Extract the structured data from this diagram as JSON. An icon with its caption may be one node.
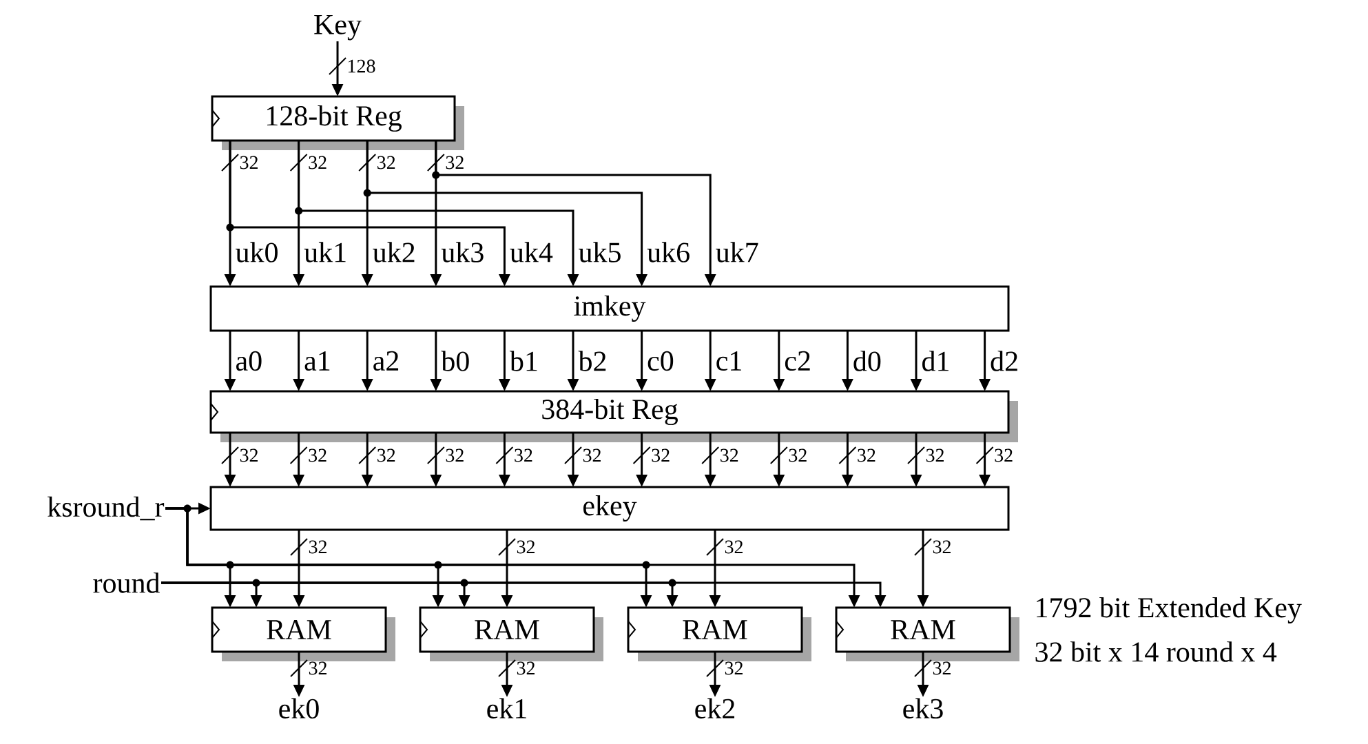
{
  "diagram": {
    "nodes": [
      {
        "text": [
          "Key"
        ]
      },
      {
        "text": [
          "128-bit Reg"
        ]
      },
      {
        "text": [
          "imkey"
        ]
      },
      {
        "text": [
          "384-bit Reg"
        ]
      },
      {
        "text": [
          "ekey"
        ]
      },
      {
        "text": [
          "ksround_r"
        ]
      },
      {
        "text": [
          "round"
        ]
      },
      {
        "text": [
          "RAM"
        ]
      },
      {
        "text": [
          "RAM"
        ]
      },
      {
        "text": [
          "RAM"
        ]
      },
      {
        "text": [
          "RAM"
        ]
      },
      {
        "text": [
          "ek0"
        ]
      },
      {
        "text": [
          "ek1"
        ]
      },
      {
        "text": [
          "ek2"
        ]
      },
      {
        "text": [
          "ek3"
        ]
      }
    ],
    "edges": [
      {
        "from": 0,
        "to": 1,
        "arrow": "to",
        "label": "128"
      },
      {
        "from": 1,
        "to": 2,
        "arrow": "to",
        "label": "uk0"
      },
      {
        "from": 1,
        "to": 2,
        "arrow": "to",
        "label": "uk1"
      },
      {
        "from": 1,
        "to": 2,
        "arrow": "to",
        "label": "uk2"
      },
      {
        "from": 1,
        "to": 2,
        "arrow": "to",
        "label": "uk3"
      },
      {
        "from": 1,
        "to": 2,
        "arrow": "to",
        "label": "uk4"
      },
      {
        "from": 1,
        "to": 2,
        "arrow": "to",
        "label": "uk5"
      },
      {
        "from": 1,
        "to": 2,
        "arrow": "to",
        "label": "uk6"
      },
      {
        "from": 1,
        "to": 2,
        "arrow": "to",
        "label": "uk7"
      },
      {
        "from": 2,
        "to": 3,
        "arrow": "to",
        "label": "a0"
      },
      {
        "from": 2,
        "to": 3,
        "arrow": "to",
        "label": "a1"
      },
      {
        "from": 2,
        "to": 3,
        "arrow": "to",
        "label": "a2"
      },
      {
        "from": 2,
        "to": 3,
        "arrow": "to",
        "label": "b0"
      },
      {
        "from": 2,
        "to": 3,
        "arrow": "to",
        "label": "b1"
      },
      {
        "from": 2,
        "to": 3,
        "arrow": "to",
        "label": "b2"
      },
      {
        "from": 2,
        "to": 3,
        "arrow": "to",
        "label": "c0"
      },
      {
        "from": 2,
        "to": 3,
        "arrow": "to",
        "label": "c1"
      },
      {
        "from": 2,
        "to": 3,
        "arrow": "to",
        "label": "c2"
      },
      {
        "from": 2,
        "to": 3,
        "arrow": "to",
        "label": "d0"
      },
      {
        "from": 2,
        "to": 3,
        "arrow": "to",
        "label": "d1"
      },
      {
        "from": 2,
        "to": 3,
        "arrow": "to",
        "label": "d2"
      },
      {
        "from": 3,
        "to": 4,
        "arrow": "to",
        "label": "32"
      },
      {
        "from": 3,
        "to": 4,
        "arrow": "to",
        "label": "32"
      },
      {
        "from": 3,
        "to": 4,
        "arrow": "to",
        "label": "32"
      },
      {
        "from": 3,
        "to": 4,
        "arrow": "to",
        "label": "32"
      },
      {
        "from": 3,
        "to": 4,
        "arrow": "to",
        "label": "32"
      },
      {
        "from": 3,
        "to": 4,
        "arrow": "to",
        "label": "32"
      },
      {
        "from": 3,
        "to": 4,
        "arrow": "to",
        "label": "32"
      },
      {
        "from": 3,
        "to": 4,
        "arrow": "to",
        "label": "32"
      },
      {
        "from": 3,
        "to": 4,
        "arrow": "to",
        "label": "32"
      },
      {
        "from": 3,
        "to": 4,
        "arrow": "to",
        "label": "32"
      },
      {
        "from": 3,
        "to": 4,
        "arrow": "to",
        "label": "32"
      },
      {
        "from": 3,
        "to": 4,
        "arrow": "to",
        "label": "32"
      },
      {
        "from": 5,
        "to": 4,
        "arrow": "to"
      },
      {
        "from": 5,
        "to": 7,
        "arrow": "to"
      },
      {
        "from": 5,
        "to": 8,
        "arrow": "to"
      },
      {
        "from": 5,
        "to": 9,
        "arrow": "to"
      },
      {
        "from": 5,
        "to": 10,
        "arrow": "to"
      },
      {
        "from": 6,
        "to": 7,
        "arrow": "to"
      },
      {
        "from": 6,
        "to": 8,
        "arrow": "to"
      },
      {
        "from": 6,
        "to": 9,
        "arrow": "to"
      },
      {
        "from": 6,
        "to": 10,
        "arrow": "to"
      },
      {
        "from": 4,
        "to": 7,
        "arrow": "to",
        "label": "32"
      },
      {
        "from": 4,
        "to": 8,
        "arrow": "to",
        "label": "32"
      },
      {
        "from": 4,
        "to": 9,
        "arrow": "to",
        "label": "32"
      },
      {
        "from": 4,
        "to": 10,
        "arrow": "to",
        "label": "32"
      },
      {
        "from": 7,
        "to": 11,
        "arrow": "to",
        "label": "32"
      },
      {
        "from": 8,
        "to": 12,
        "arrow": "to",
        "label": "32"
      },
      {
        "from": 9,
        "to": 13,
        "arrow": "to",
        "label": "32"
      },
      {
        "from": 10,
        "to": 14,
        "arrow": "to",
        "label": "32"
      }
    ],
    "labels": [
      "32",
      "32",
      "32",
      "32",
      "1792 bit Extended Key",
      "32 bit x 14 round x 4"
    ]
  }
}
